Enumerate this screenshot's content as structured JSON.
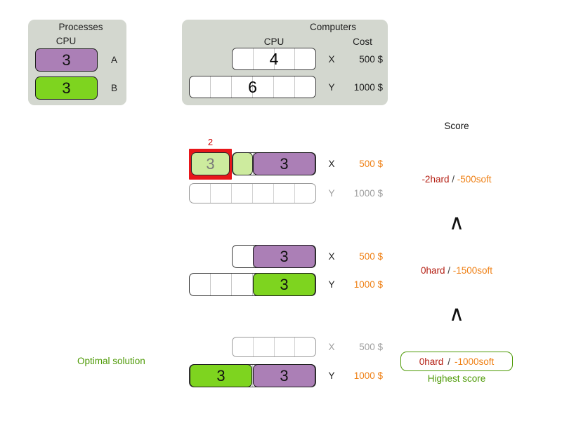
{
  "processes_panel": {
    "title": "Processes",
    "cpu_header": "CPU",
    "items": [
      {
        "cpu": "3",
        "id": "A",
        "color": "purple"
      },
      {
        "cpu": "3",
        "id": "B",
        "color": "green"
      }
    ]
  },
  "computers_panel": {
    "title": "Computers",
    "cpu_header": "CPU",
    "cost_header": "Cost",
    "items": [
      {
        "cpu": "4",
        "id": "X",
        "cost": "500 $",
        "capacity": 4
      },
      {
        "cpu": "6",
        "id": "Y",
        "cost": "1000 $",
        "capacity": 6
      }
    ]
  },
  "score_header": "Score",
  "comparison_symbol": "∧",
  "optimal_label": "Optimal solution",
  "highest_label": "Highest score",
  "solutions": [
    {
      "name": "solution-1",
      "overflow": {
        "amount": "2",
        "visible": true
      },
      "computers": [
        {
          "id": "X",
          "cost": "500 $",
          "used": true,
          "capacity": 4,
          "assignments": [
            {
              "process": "A",
              "cpu": "3",
              "color": "palegreen",
              "overflow": true
            },
            {
              "process": "B",
              "cpu": "3",
              "color": "purple",
              "overflow": false
            }
          ]
        },
        {
          "id": "Y",
          "cost": "1000 $",
          "used": false,
          "capacity": 6,
          "assignments": []
        }
      ],
      "score": {
        "hard": "-2hard",
        "separator": "/",
        "soft": "-500soft",
        "boxed": false
      }
    },
    {
      "name": "solution-2",
      "overflow": {
        "amount": "",
        "visible": false
      },
      "computers": [
        {
          "id": "X",
          "cost": "500 $",
          "used": true,
          "capacity": 4,
          "assignments": [
            {
              "process": "A",
              "cpu": "3",
              "color": "purple",
              "overflow": false
            }
          ]
        },
        {
          "id": "Y",
          "cost": "1000 $",
          "used": true,
          "capacity": 6,
          "assignments": [
            {
              "process": "B",
              "cpu": "3",
              "color": "green",
              "overflow": false
            }
          ]
        }
      ],
      "score": {
        "hard": "0hard",
        "separator": "/",
        "soft": "-1500soft",
        "boxed": false
      }
    },
    {
      "name": "solution-3-optimal",
      "overflow": {
        "amount": "",
        "visible": false
      },
      "computers": [
        {
          "id": "X",
          "cost": "500 $",
          "used": false,
          "capacity": 4,
          "assignments": []
        },
        {
          "id": "Y",
          "cost": "1000 $",
          "used": true,
          "capacity": 6,
          "assignments": [
            {
              "process": "B",
              "cpu": "3",
              "color": "green",
              "overflow": false
            },
            {
              "process": "A",
              "cpu": "3",
              "color": "purple",
              "overflow": false
            }
          ]
        }
      ],
      "score": {
        "hard": "0hard",
        "separator": "/",
        "soft": "-1000soft",
        "boxed": true
      }
    }
  ],
  "colors": {
    "purple": "#ab7fb6",
    "green": "#7ed41f",
    "palegreen": "#cdeb9e",
    "panel": "#d3d7cf",
    "hard": "#b41e12",
    "soft": "#ef8015",
    "overflow": "#e8161a",
    "optimal": "#4e9a06",
    "muted": "#a0a0a0"
  }
}
